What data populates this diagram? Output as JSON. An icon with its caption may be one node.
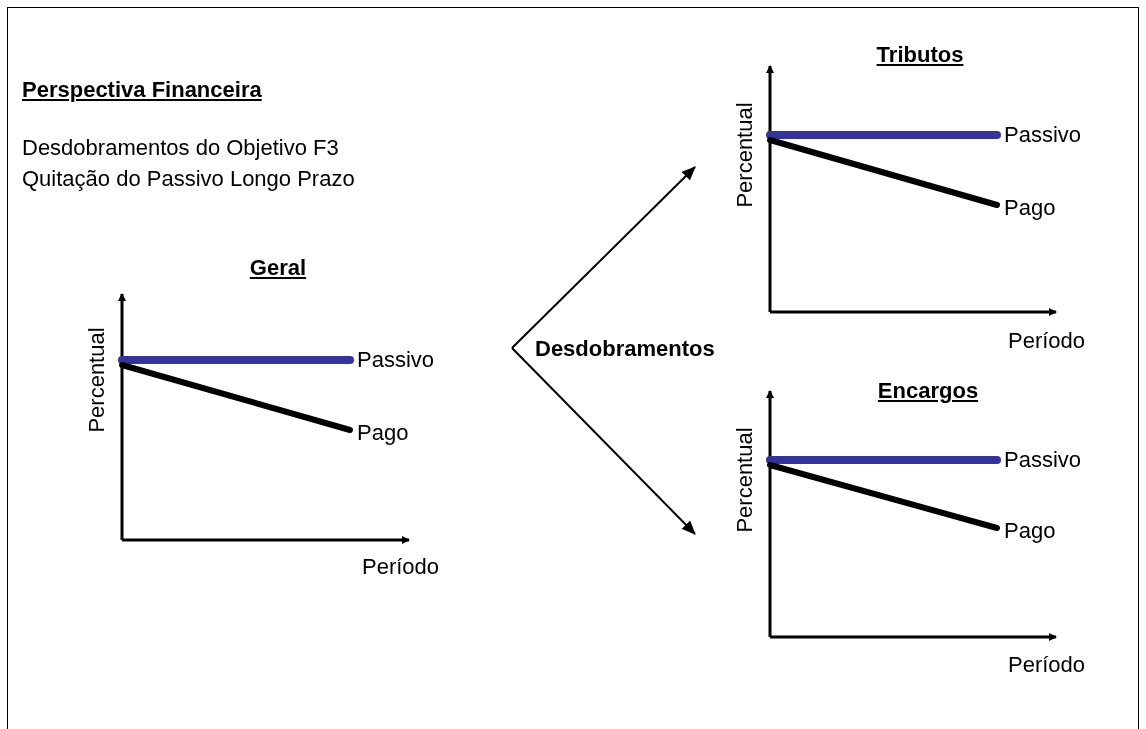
{
  "diagram": {
    "title": "Perspectiva Financeira",
    "labels": [
      "Desdobramentos do Objetivo F3",
      "Quitação do Passivo Longo Prazo"
    ],
    "nodes": [
      {
        "text": [
          "Geral",
          "Percentual",
          "Passivo",
          "Pago",
          "Período"
        ]
      },
      {
        "text": [
          "Desdobramentos"
        ]
      },
      {
        "text": [
          "Tributos",
          "Percentual",
          "Passivo",
          "Pago",
          "Período"
        ]
      },
      {
        "text": [
          "Encargos",
          "Percentual",
          "Passivo",
          "Pago",
          "Período"
        ]
      }
    ],
    "edges": [
      {
        "from": 1,
        "to": 2,
        "arrow": "to"
      },
      {
        "from": 1,
        "to": 3,
        "arrow": "to"
      }
    ]
  }
}
